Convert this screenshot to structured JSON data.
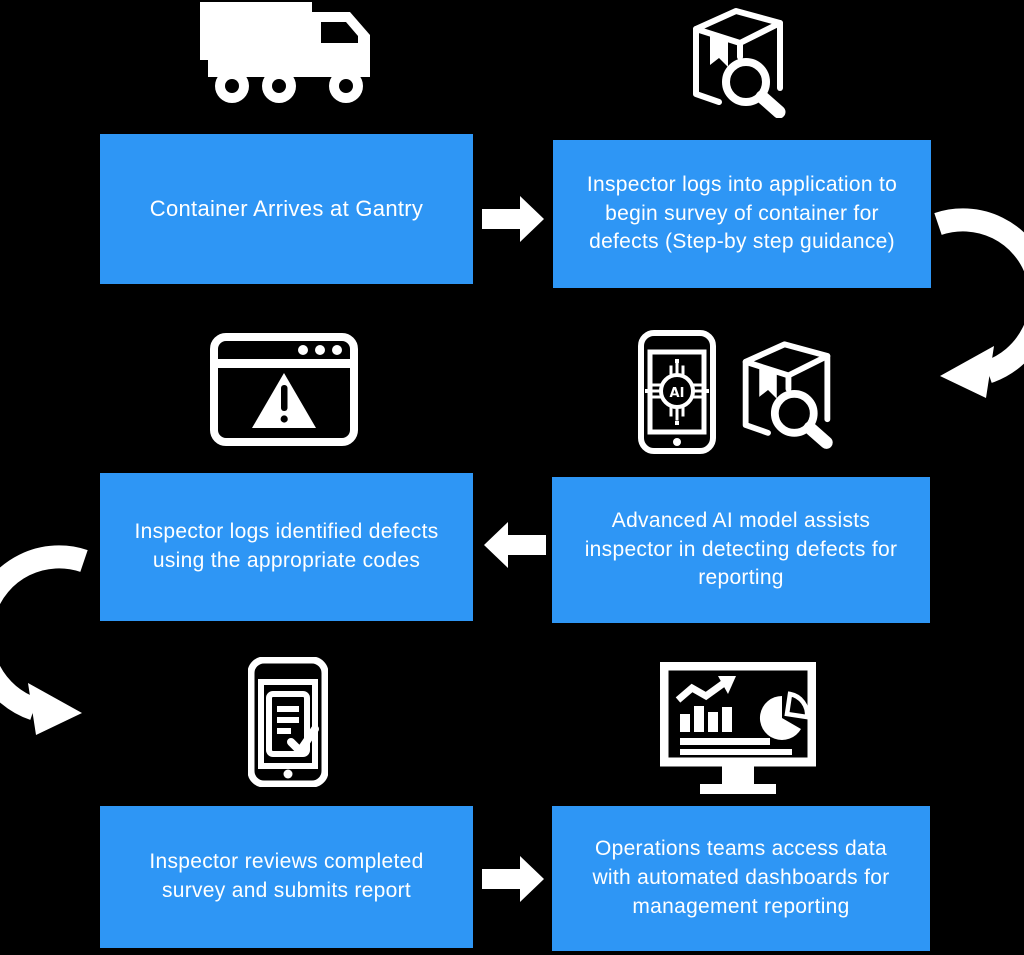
{
  "palette": {
    "background": "#000000",
    "box_fill": "#2E96F5",
    "text_color": "#FFFFFF",
    "icon_color": "#FFFFFF"
  },
  "flow": {
    "type": "process-flowchart",
    "steps": [
      {
        "id": 1,
        "label": "Container Arrives at Gantry",
        "icon": "truck-icon"
      },
      {
        "id": 2,
        "label": "Inspector logs into application to begin survey of container for defects (Step-by step guidance)",
        "icon": "package-inspect-icon"
      },
      {
        "id": 3,
        "label": "Advanced AI model assists inspector in detecting defects for reporting",
        "icon": "phone-ai-icon package-inspect-icon"
      },
      {
        "id": 4,
        "label": "Inspector logs identified defects using the appropriate codes",
        "icon": "browser-warning-icon"
      },
      {
        "id": 5,
        "label": "Inspector reviews completed survey and submits report",
        "icon": "phone-report-icon"
      },
      {
        "id": 6,
        "label": "Operations teams access data with automated dashboards for management  reporting",
        "icon": "dashboard-monitor-icon"
      }
    ],
    "connectors": [
      {
        "from": 1,
        "to": 2,
        "shape": "block-arrow-right"
      },
      {
        "from": 2,
        "to": 3,
        "shape": "curved-arrow-right-side"
      },
      {
        "from": 3,
        "to": 4,
        "shape": "block-arrow-left"
      },
      {
        "from": 4,
        "to": 5,
        "shape": "curved-arrow-left-side"
      },
      {
        "from": 5,
        "to": 6,
        "shape": "block-arrow-right"
      }
    ]
  },
  "icons": {
    "ai_label": "AI"
  }
}
